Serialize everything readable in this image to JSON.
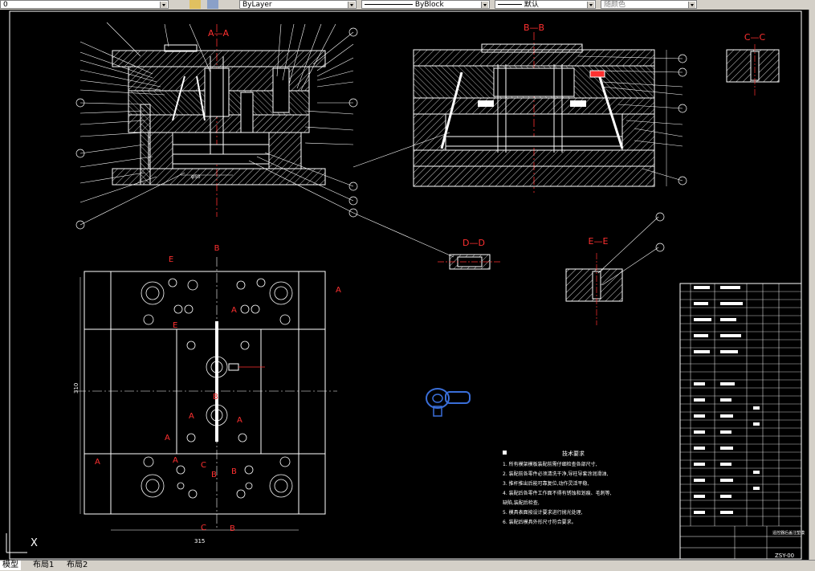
{
  "toolbar": {
    "layer_value": "0",
    "color_value": "ByLayer",
    "linetype_value": "ByBlock",
    "lineweight_value": "默认",
    "plotstyle_value": "随颜色"
  },
  "tabs": [
    "模型",
    "布局1",
    "布局2"
  ],
  "ucs_label": "X",
  "views": {
    "aa": "A—A",
    "bb": "B—B",
    "cc": "C—C",
    "dd": "D—D",
    "ee": "E—E"
  },
  "section_marks": [
    "A",
    "B",
    "C",
    "E"
  ],
  "tech_title": "技术要求",
  "tech_lines": [
    "1. 所有模架模板装配前需仔细检查各部尺寸,",
    "2. 装配前各零件必须清洗干净,导柱导套涂润滑油,",
    "3. 推杆推出后能可靠复位,动作灵活平稳,",
    "4. 装配后各零件工作面不得有锈蚀和划痕、毛刺等,",
    "   缺陷,装配后检查,",
    "5. 模具表面按设计要求进行抛光处理,",
    "6. 装配后模具外形尺寸符合要求。"
  ],
  "title_block": {
    "name": "遥控器后盖注塑模",
    "drawing_no": "ZSY-00"
  },
  "dims": {
    "width": "315",
    "height": "310",
    "inner": "φ50"
  }
}
